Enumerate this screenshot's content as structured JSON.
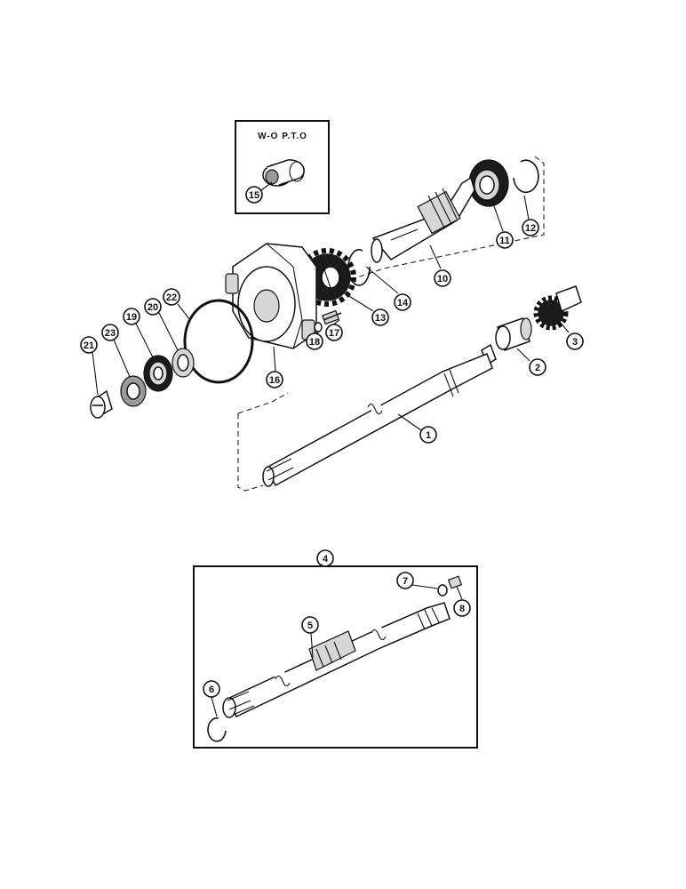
{
  "inset_title": "W-O  P.T.O",
  "callouts": {
    "c1": "1",
    "c2": "2",
    "c3": "3",
    "c4": "4",
    "c5": "5",
    "c6": "6",
    "c7": "7",
    "c8": "8",
    "c10": "10",
    "c11": "11",
    "c12": "12",
    "c13": "13",
    "c14": "14",
    "c15": "15",
    "c16": "16",
    "c17": "17",
    "c18": "18",
    "c19": "19",
    "c20": "20",
    "c21": "21",
    "c22": "22",
    "c23": "23"
  }
}
